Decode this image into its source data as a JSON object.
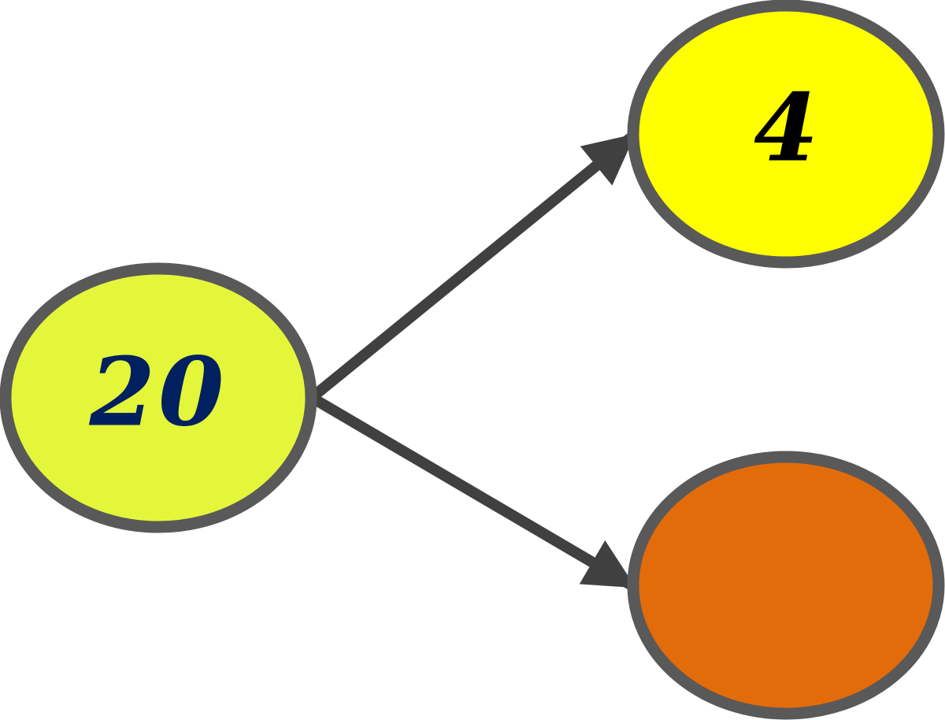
{
  "colors": {
    "root_fill": "#E4F63A",
    "top_fill": "#FFFF00",
    "bottom_fill": "#E36C0A",
    "outline": "#595959",
    "arrow": "#404040",
    "root_text": "#002060",
    "top_text": "#000000"
  },
  "nodes": {
    "root": {
      "label": "20"
    },
    "top_right": {
      "label": "4"
    },
    "bottom_right": {
      "label": ""
    }
  },
  "edges": [
    {
      "from": "root",
      "to": "top_right"
    },
    {
      "from": "root",
      "to": "bottom_right"
    }
  ]
}
